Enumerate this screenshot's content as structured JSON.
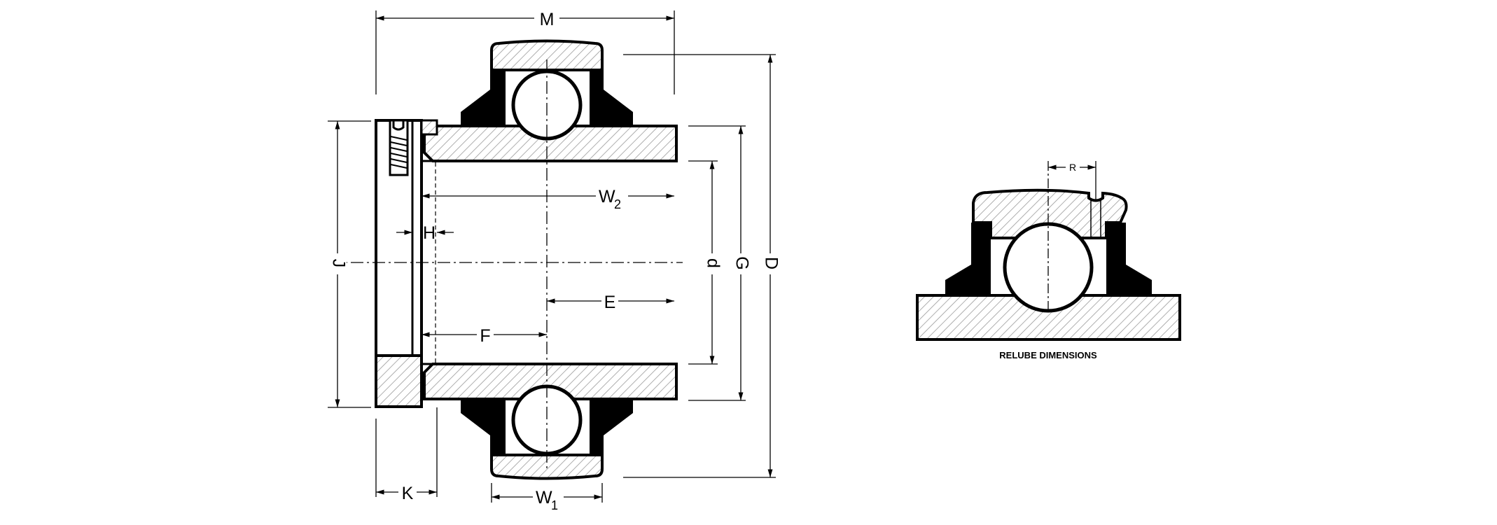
{
  "labels": {
    "M": "M",
    "J": "J",
    "H": "H",
    "W2": "W",
    "W2_sub": "2",
    "d": "d",
    "G": "G",
    "D": "D",
    "E": "E",
    "F": "F",
    "K": "K",
    "W1": "W",
    "W1_sub": "1",
    "R": "R"
  },
  "caption": "RELUBE DIMENSIONS",
  "colors": {
    "line": "#000000",
    "hatch": "#9a9a9a",
    "fill": "#ffffff"
  }
}
